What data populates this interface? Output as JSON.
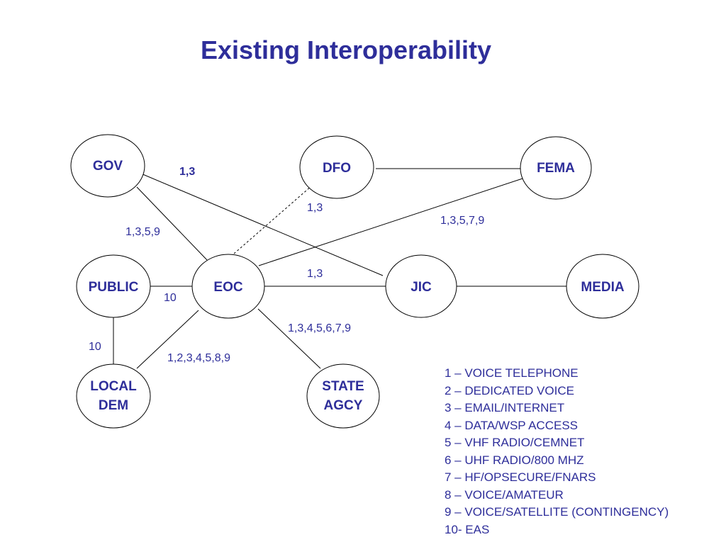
{
  "title": "Existing Interoperability",
  "nodes": {
    "gov": "GOV",
    "dfo": "DFO",
    "fema": "FEMA",
    "public": "PUBLIC",
    "eoc": "EOC",
    "jic": "JIC",
    "media": "MEDIA",
    "local_dem": [
      "LOCAL",
      "DEM"
    ],
    "state_agcy": [
      "STATE",
      "AGCY"
    ]
  },
  "edge_labels": {
    "gov_jic": "1,3",
    "gov_eoc": "1,3,5,9",
    "eoc_dfo": "1,3",
    "eoc_fema": "1,3,5,7,9",
    "eoc_jic": "1,3",
    "public_eoc": "10",
    "public_local": "10",
    "eoc_state": "1,3,4,5,6,7,9",
    "eoc_local": "1,2,3,4,5,8,9"
  },
  "legend": [
    "1 – VOICE TELEPHONE",
    "2 – DEDICATED VOICE",
    "3 – EMAIL/INTERNET",
    "4 – DATA/WSP ACCESS",
    "5 – VHF RADIO/CEMNET",
    "6 – UHF RADIO/800 MHZ",
    "7 – HF/OPSECURE/FNARS",
    "8 – VOICE/AMATEUR",
    "9 – VOICE/SATELLITE (CONTINGENCY)",
    "10- EAS"
  ]
}
